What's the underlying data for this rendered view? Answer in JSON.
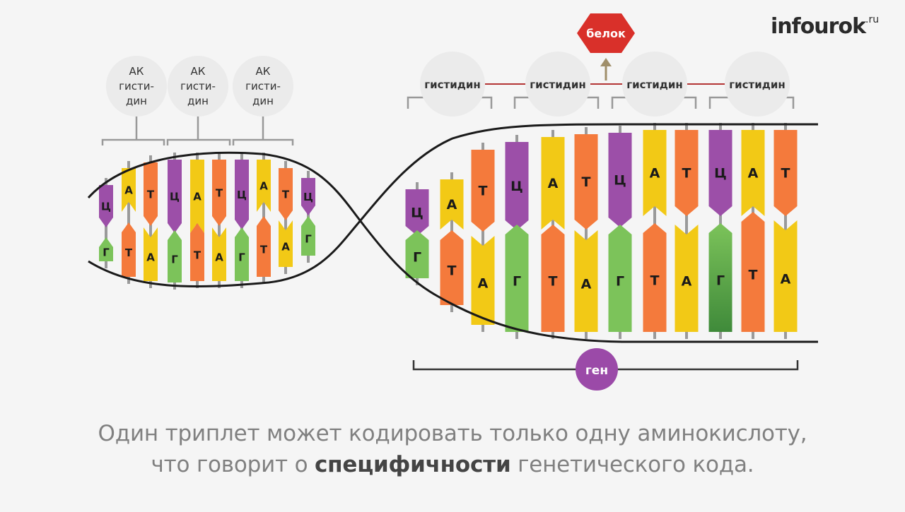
{
  "logo": {
    "name": "infourok",
    "suffix": ".ru"
  },
  "protein_label": "белок",
  "gene_label": "ген",
  "left_amino_acids": [
    {
      "line1": "АК",
      "line2": "гисти-",
      "line3": "дин"
    },
    {
      "line1": "АК",
      "line2": "гисти-",
      "line3": "дин"
    },
    {
      "line1": "АК",
      "line2": "гисти-",
      "line3": "дин"
    }
  ],
  "right_amino_acids": [
    "гистидин",
    "гистидин",
    "гистидин",
    "гистидин"
  ],
  "bases": {
    "top_strand": [
      "Ц",
      "А",
      "Т"
    ],
    "bottom_strand": [
      "Г",
      "Т",
      "А"
    ]
  },
  "caption": {
    "line1": "Один триплет может кодировать только одну аминокислоту,",
    "line2_pre": "что говорит о ",
    "line2_highlight": "специфичности",
    "line2_post": " генетического кода."
  },
  "colors": {
    "purple": "#9c4fa8",
    "yellow": "#f2c916",
    "orange": "#f47a3c",
    "green": "#7cc35a",
    "dark_green": "#3f8a3a",
    "protein_red": "#d9302a",
    "gene_purple": "#9b4aa8",
    "bond_gray": "#9a9a9a",
    "link_red": "#b33535",
    "circle_fill": "#ebebeb"
  }
}
